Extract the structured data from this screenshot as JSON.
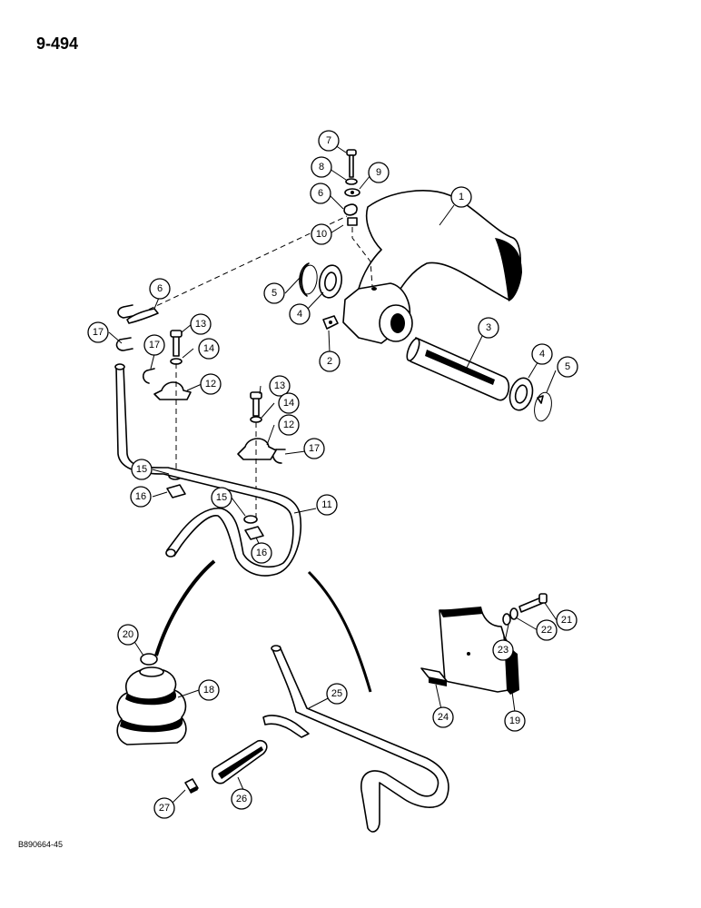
{
  "page_number": "9-494",
  "figure_id": "B890664-45",
  "callouts": [
    "1",
    "2",
    "3",
    "4",
    "4",
    "5",
    "5",
    "6",
    "6",
    "7",
    "8",
    "9",
    "10",
    "11",
    "12",
    "12",
    "13",
    "13",
    "14",
    "14",
    "15",
    "15",
    "16",
    "16",
    "17",
    "17",
    "17",
    "18",
    "19",
    "20",
    "21",
    "22",
    "23",
    "24",
    "25",
    "26",
    "27"
  ]
}
